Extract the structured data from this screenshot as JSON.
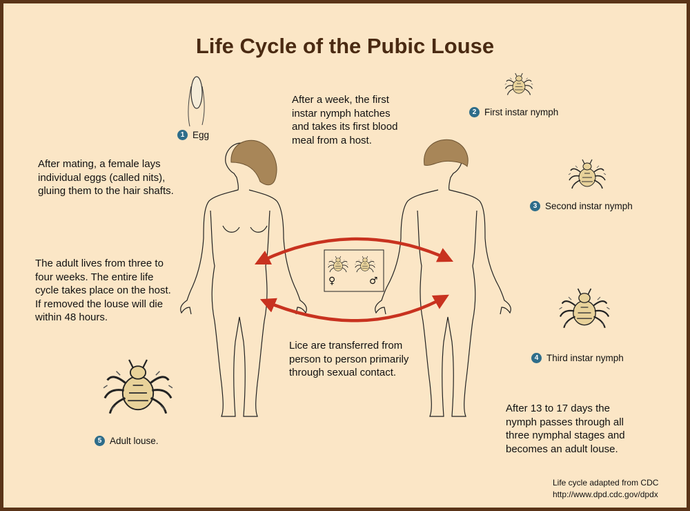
{
  "title": "Life Cycle of the Pubic Louse",
  "stages": [
    {
      "num": "1",
      "label": "Egg"
    },
    {
      "num": "2",
      "label": "First instar nymph"
    },
    {
      "num": "3",
      "label": "Second instar nymph"
    },
    {
      "num": "4",
      "label": "Third instar nymph"
    },
    {
      "num": "5",
      "label": "Adult louse."
    }
  ],
  "texts": {
    "hatch": [
      "After a week, the first",
      "instar nymph hatches",
      "and takes its first blood",
      "meal from a host."
    ],
    "mating": [
      "After mating, a female lays",
      "individual eggs (called nits),",
      "gluing them to the hair shafts."
    ],
    "adult_life": [
      "The adult lives from three to",
      "four weeks. The entire life",
      "cycle takes place on the host.",
      "If removed the louse will die",
      "within 48 hours."
    ],
    "transfer": [
      "Lice are transferred from",
      "person to person primarily",
      "through sexual contact."
    ],
    "nymph_stages": [
      "After 13 to 17 days the",
      "nymph passes through all",
      "three nymphal stages and",
      "becomes an adult louse."
    ]
  },
  "symbols": {
    "female": "♀",
    "male": "♂"
  },
  "credit": [
    "Life cycle adapted from CDC",
    "http://www.dpd.cdc.gov/dpdx"
  ],
  "colors": {
    "background": "#fbe6c6",
    "border": "#5a3418",
    "title": "#4a2a12",
    "arrow": "#c8321f",
    "badge": "#2e6d8a",
    "hair": "#a88658"
  }
}
